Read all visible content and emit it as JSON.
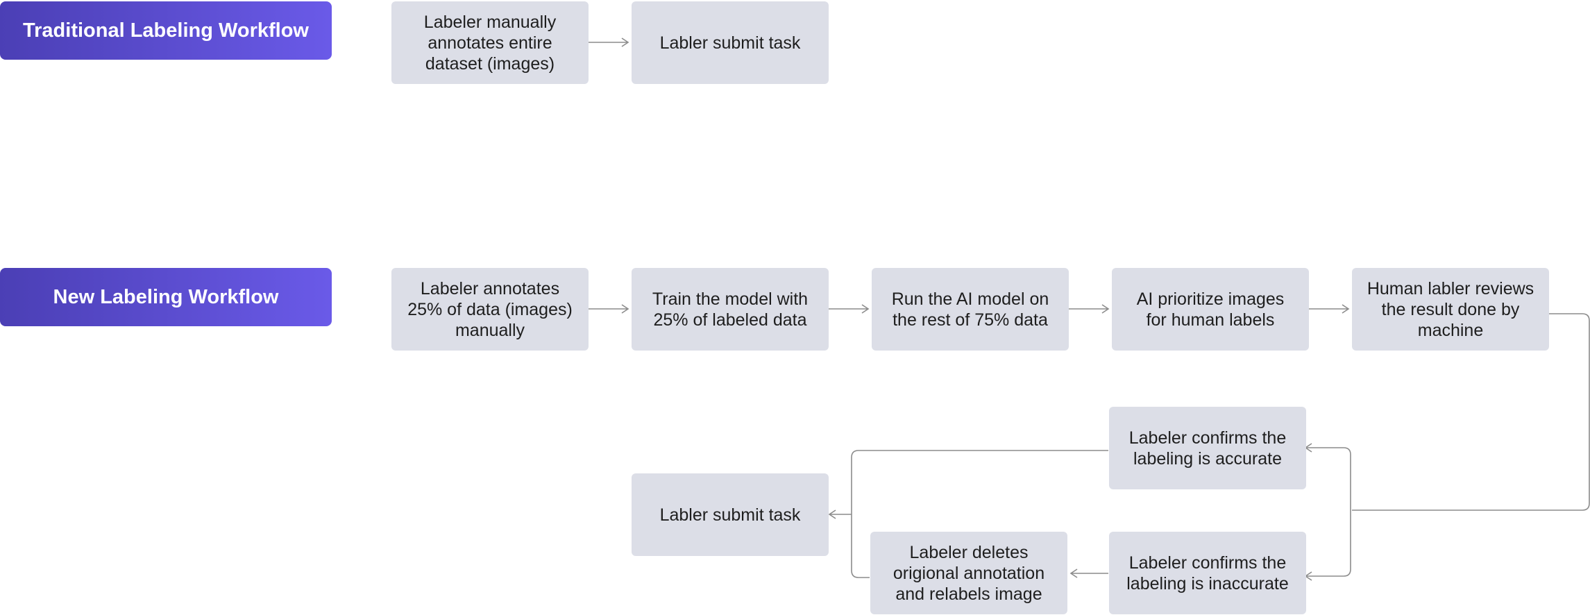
{
  "workflows": {
    "traditional": {
      "title": "Traditional Labeling Workflow",
      "steps": [
        "Labeler manually annotates entire dataset (images)",
        "Labler submit task"
      ]
    },
    "new": {
      "title": "New Labeling Workflow",
      "steps": [
        "Labeler annotates 25% of data (images) manually",
        "Train the model with 25% of labeled data",
        "Run the AI model on the rest of 75% data",
        "AI prioritize images for human labels",
        "Human labler reviews the result done by machine"
      ],
      "branch_accurate": "Labeler confirms the labeling is accurate",
      "branch_inaccurate": "Labeler confirms the labeling is inaccurate",
      "relabel": "Labeler deletes origional annotation and relabels image",
      "submit": "Labler submit task"
    }
  },
  "colors": {
    "header_gradient_start": "#4b3fb5",
    "header_gradient_end": "#6a5ae8",
    "box_fill": "#dcdee7",
    "connector": "#8c8c8c"
  }
}
